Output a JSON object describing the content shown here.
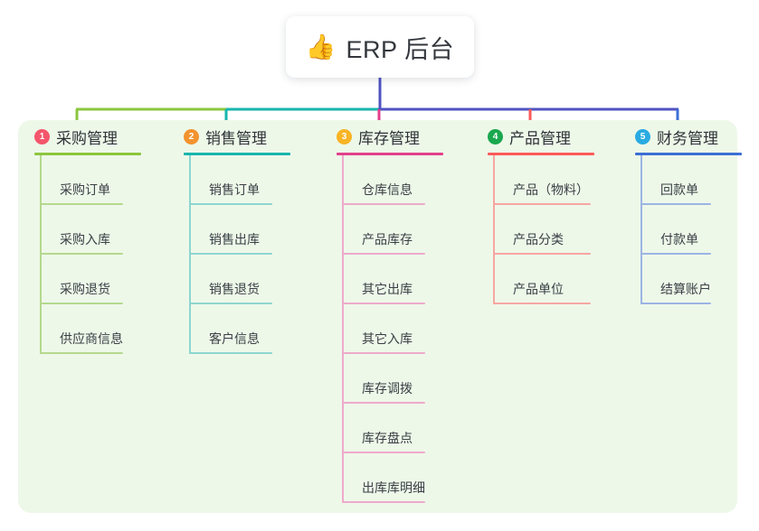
{
  "root": {
    "icon": "thumbs-up-icon",
    "emoji": "👍",
    "title": "ERP 后台"
  },
  "panel": {
    "background_color": "#eef8e9"
  },
  "connector_colors": {
    "root_stem": "#4f53c0",
    "segment_left_green": "#8cc63f",
    "segment_teal": "#19b6ad",
    "segment_indigo": "#4f53c0"
  },
  "columns": [
    {
      "number": "1",
      "title": "采购管理",
      "badge_color": "#f4566b",
      "line_color": "#8cc63f",
      "leaf_line_color": "#b5d98e",
      "title_width": 118,
      "leaf_width": 92,
      "items": [
        "采购订单",
        "采购入库",
        "采购退货",
        "供应商信息"
      ]
    },
    {
      "number": "2",
      "title": "销售管理",
      "badge_color": "#f2932f",
      "line_color": "#19b6ad",
      "leaf_line_color": "#8ed6d0",
      "title_width": 118,
      "leaf_width": 92,
      "items": [
        "销售订单",
        "销售出库",
        "销售退货",
        "客户信息"
      ]
    },
    {
      "number": "3",
      "title": "库存管理",
      "badge_color": "#f8b425",
      "line_color": "#e2408b",
      "leaf_line_color": "#edaacb",
      "title_width": 118,
      "leaf_width": 92,
      "items": [
        "仓库信息",
        "产品库存",
        "其它出库",
        "其它入库",
        "库存调拨",
        "库存盘点",
        "出库库明细"
      ]
    },
    {
      "number": "4",
      "title": "产品管理",
      "badge_color": "#1aa84f",
      "line_color": "#fb5a5a",
      "leaf_line_color": "#f7a6a2",
      "title_width": 118,
      "leaf_width": 108,
      "items": [
        "产品（物料）",
        "产品分类",
        "产品单位"
      ]
    },
    {
      "number": "5",
      "title": "财务管理",
      "badge_color": "#29abe2",
      "line_color": "#3b6fd4",
      "leaf_line_color": "#9cb5e4",
      "title_width": 118,
      "leaf_width": 78,
      "items": [
        "回款单",
        "付款单",
        "结算账户"
      ]
    }
  ]
}
